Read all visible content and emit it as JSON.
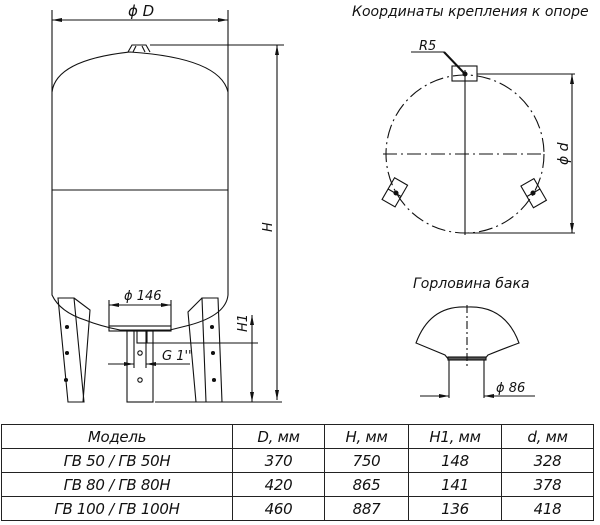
{
  "drawing": {
    "dim_D": "ϕ D",
    "dim_H": "H",
    "dim_H1": "H1",
    "dim_flange": "ϕ 146",
    "dim_thread": "G 1''",
    "mount_title": "Координаты крепления к опоре",
    "dim_R5": "R5",
    "dim_d": "ϕ d",
    "neck_title": "Горловина бака",
    "dim_neck": "ϕ 86"
  },
  "table": {
    "headers": [
      "Модель",
      "D, мм",
      "H, мм",
      "H1, мм",
      "d, мм"
    ],
    "rows": [
      [
        "ГВ 50 / ГВ 50Н",
        "370",
        "750",
        "148",
        "328"
      ],
      [
        "ГВ 80 / ГВ 80Н",
        "420",
        "865",
        "141",
        "378"
      ],
      [
        "ГВ 100 / ГВ 100Н",
        "460",
        "887",
        "136",
        "418"
      ]
    ]
  }
}
